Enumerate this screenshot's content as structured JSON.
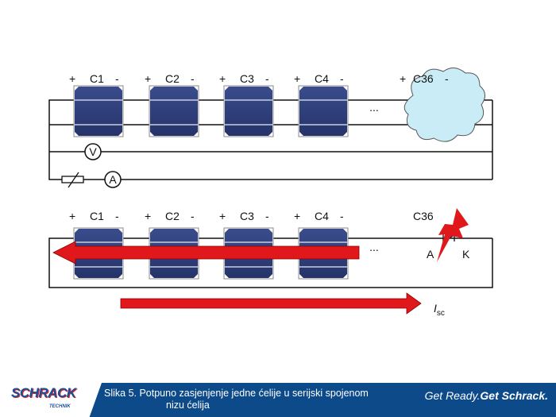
{
  "diagram": {
    "top_cells": [
      {
        "plus": "+",
        "name": "C1",
        "minus": "-"
      },
      {
        "plus": "+",
        "name": "C2",
        "minus": "-"
      },
      {
        "plus": "+",
        "name": "C3",
        "minus": "-"
      },
      {
        "plus": "+",
        "name": "C4",
        "minus": "-"
      }
    ],
    "last_cell": {
      "plus": "+",
      "name": "C36",
      "minus": "-"
    },
    "ellipsis": "...",
    "voltmeter": "V",
    "ammeter": "A",
    "bottom_cells": [
      {
        "plus": "+",
        "name": "C1",
        "minus": "-"
      },
      {
        "plus": "+",
        "name": "C2",
        "minus": "-"
      },
      {
        "plus": "+",
        "name": "C3",
        "minus": "-"
      },
      {
        "plus": "+",
        "name": "C4",
        "minus": "-"
      }
    ],
    "shaded_cell": "C36",
    "anode": "A",
    "cathode": "K",
    "current_symbol": "I",
    "current_subscript": "sc",
    "colors": {
      "cell": "#2f3f7a",
      "arrow": "#e0171b",
      "cloud": "#c9ecf7"
    }
  },
  "footer": {
    "logo": "SCHRACK",
    "logo_sub": "TECHNIK",
    "caption_line1": "Slika 5. Potpuno zasjenjenje jedne ćelije u serijski spojenom",
    "caption_line2": "nizu ćelija",
    "slogan_part1": "Get Ready.",
    "slogan_part2": "Get Schrack."
  }
}
